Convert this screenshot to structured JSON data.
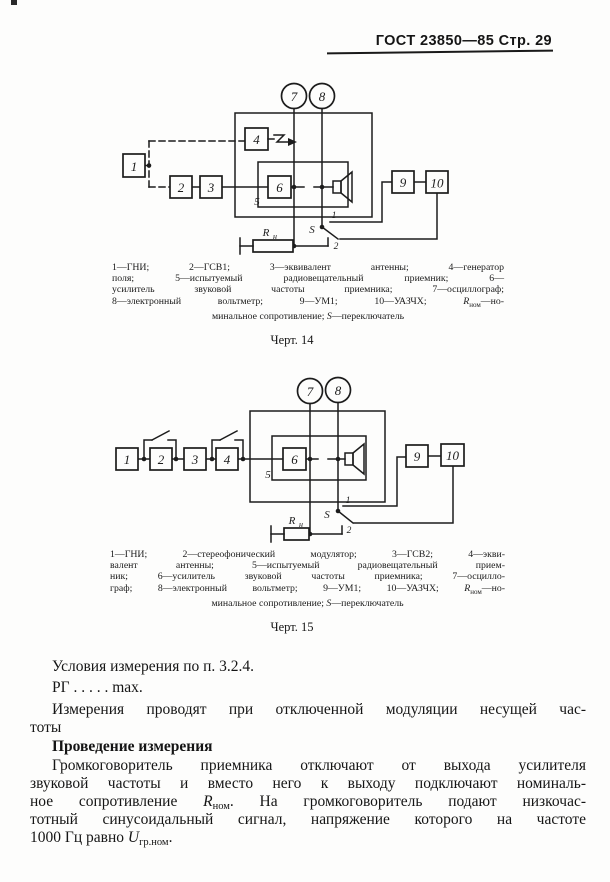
{
  "header": {
    "text": "ГОСТ 23850—85 Стр. 29"
  },
  "fig14": {
    "blocks": {
      "b1": "1",
      "b2": "2",
      "b3": "3",
      "b4": "4",
      "b6": "6",
      "b9": "9",
      "b10": "10"
    },
    "receiver_label": "5",
    "terminals": {
      "t7": "7",
      "t8": "8"
    },
    "labels": {
      "r": "R",
      "r_sub": "н",
      "s": "S",
      "pos1": "1",
      "pos2": "2"
    },
    "caption": {
      "l1": "1—ГНИ; 2—ГСВ1; 3—эквивалент антенны; 4—генератор",
      "l2": "поля; 5—испытуемый радиовещательный приемник; 6—",
      "l3": "усилитель звуковой частоты приемника; 7—осциллограф;",
      "l4_pre": "8—электронный вольтметр; 9—УМ1; 10—УАЗЧХ; ",
      "l4_r": "R",
      "l4_sub": "ном",
      "l4_post": "—но-",
      "l5_pre": "минальное сопротивление; ",
      "l5_s": "S",
      "l5_post": "—переключатель"
    },
    "title": "Черт. 14"
  },
  "fig15": {
    "blocks": {
      "b1": "1",
      "b2": "2",
      "b3": "3",
      "b4": "4",
      "b6": "6",
      "b9": "9",
      "b10": "10"
    },
    "receiver_label": "5",
    "terminals": {
      "t7": "7",
      "t8": "8"
    },
    "labels": {
      "r": "R",
      "r_sub": "н",
      "s": "S",
      "pos1": "1",
      "pos2": "2"
    },
    "caption": {
      "l1": "1—ГНИ; 2—стереофонический модулятор; 3—ГСВ2; 4—экви-",
      "l2": "валент антенны; 5—испытуемый радиовещательный прием-",
      "l3": "ник; 6—усилитель звуковой частоты приемника; 7—осцилло-",
      "l4_pre": "граф; 8—электронный вольтметр; 9—УМ1; 10—УАЗЧХ; ",
      "l4_r": "R",
      "l4_sub": "ном",
      "l4_post": "—но-",
      "l5_pre": "минальное сопротивление; ",
      "l5_s": "S",
      "l5_post": "—переключатель"
    },
    "title": "Черт. 15"
  },
  "body": {
    "p1": "Условия измерения по п. 3.2.4.",
    "p2": "РГ . . . . . max.",
    "p3_l1": "Измерения проводят при отключенной модуляции несущей час-",
    "p3_l2": "тоты",
    "heading": "Проведение измерения",
    "p4_l1": "Громкоговоритель приемника отключают от выхода усилителя",
    "p4_l2": "звуковой частоты и вместо него к выходу подключают номиналь-",
    "p4_l3_pre": "ное сопротивление ",
    "p4_l3_r": "R",
    "p4_l3_sub": "ном",
    "p4_l3_post": ". На громкоговоритель подают низкочас-",
    "p4_l4": "тотный синусоидальный сигнал, напряжение которого на частоте",
    "p4_l5_pre": "1000 Гц равно ",
    "p4_l5_u": "U",
    "p4_l5_sub": "гр.ном",
    "p4_l5_post": "."
  }
}
